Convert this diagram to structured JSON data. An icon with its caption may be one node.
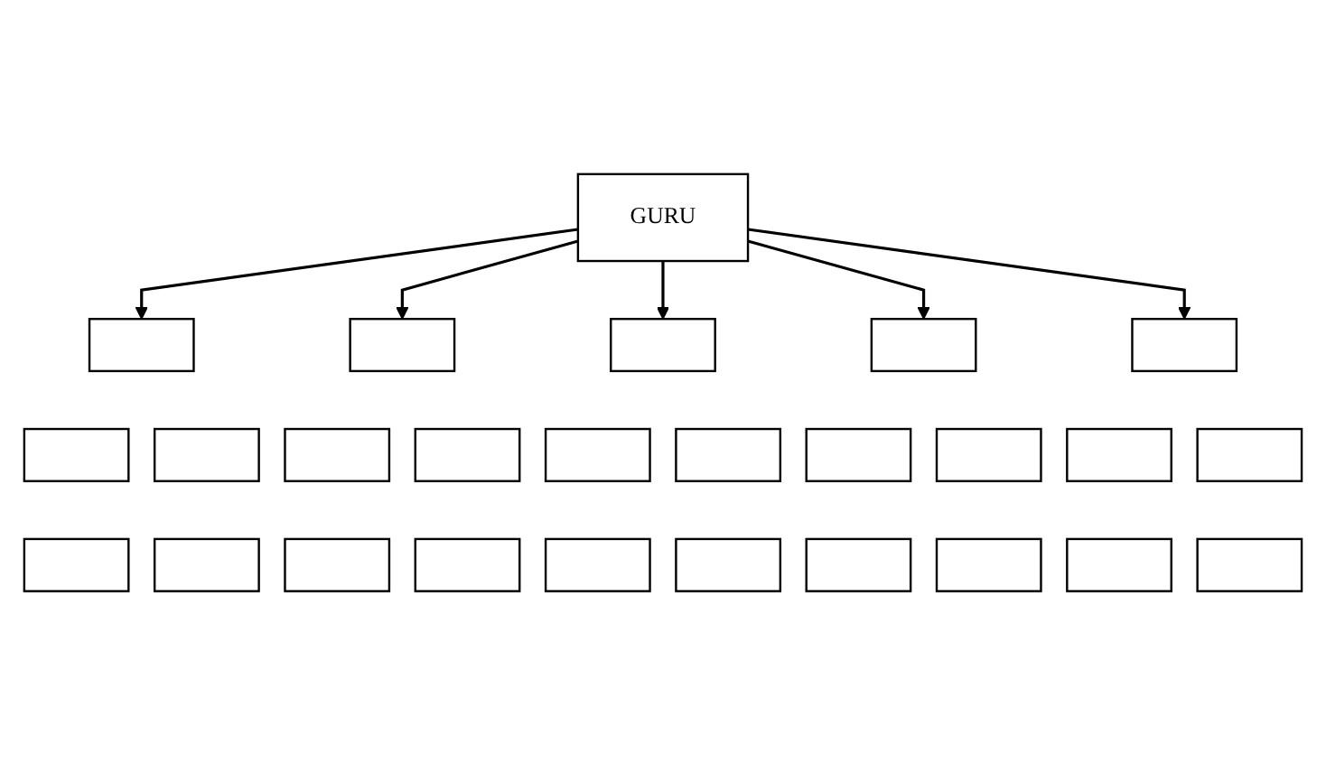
{
  "diagram": {
    "nodes": [
      {
        "text": [
          "GURU"
        ]
      },
      {
        "text": [],
        "shape": "box"
      },
      {
        "text": [],
        "shape": "box"
      },
      {
        "text": [],
        "shape": "box"
      },
      {
        "text": [],
        "shape": "box"
      },
      {
        "text": [],
        "shape": "box"
      },
      {
        "text": [],
        "shape": "box"
      },
      {
        "text": [],
        "shape": "box"
      },
      {
        "text": [],
        "shape": "box"
      },
      {
        "text": [],
        "shape": "box"
      },
      {
        "text": [],
        "shape": "box"
      },
      {
        "text": [],
        "shape": "box"
      },
      {
        "text": [],
        "shape": "box"
      },
      {
        "text": [],
        "shape": "box"
      },
      {
        "text": [],
        "shape": "box"
      },
      {
        "text": [],
        "shape": "box"
      },
      {
        "text": [],
        "shape": "box"
      },
      {
        "text": [],
        "shape": "box"
      },
      {
        "text": [],
        "shape": "box"
      },
      {
        "text": [],
        "shape": "box"
      },
      {
        "text": [],
        "shape": "box"
      },
      {
        "text": [],
        "shape": "box"
      },
      {
        "text": [],
        "shape": "box"
      },
      {
        "text": [],
        "shape": "box"
      },
      {
        "text": [],
        "shape": "box"
      },
      {
        "text": [],
        "shape": "box"
      }
    ],
    "edges": [
      {
        "from": 0,
        "to": 1,
        "arrow": "to"
      },
      {
        "from": 0,
        "to": 2,
        "arrow": "to"
      },
      {
        "from": 0,
        "to": 3,
        "arrow": "to"
      },
      {
        "from": 0,
        "to": 4,
        "arrow": "to"
      },
      {
        "from": 0,
        "to": 5,
        "arrow": "to"
      }
    ]
  }
}
